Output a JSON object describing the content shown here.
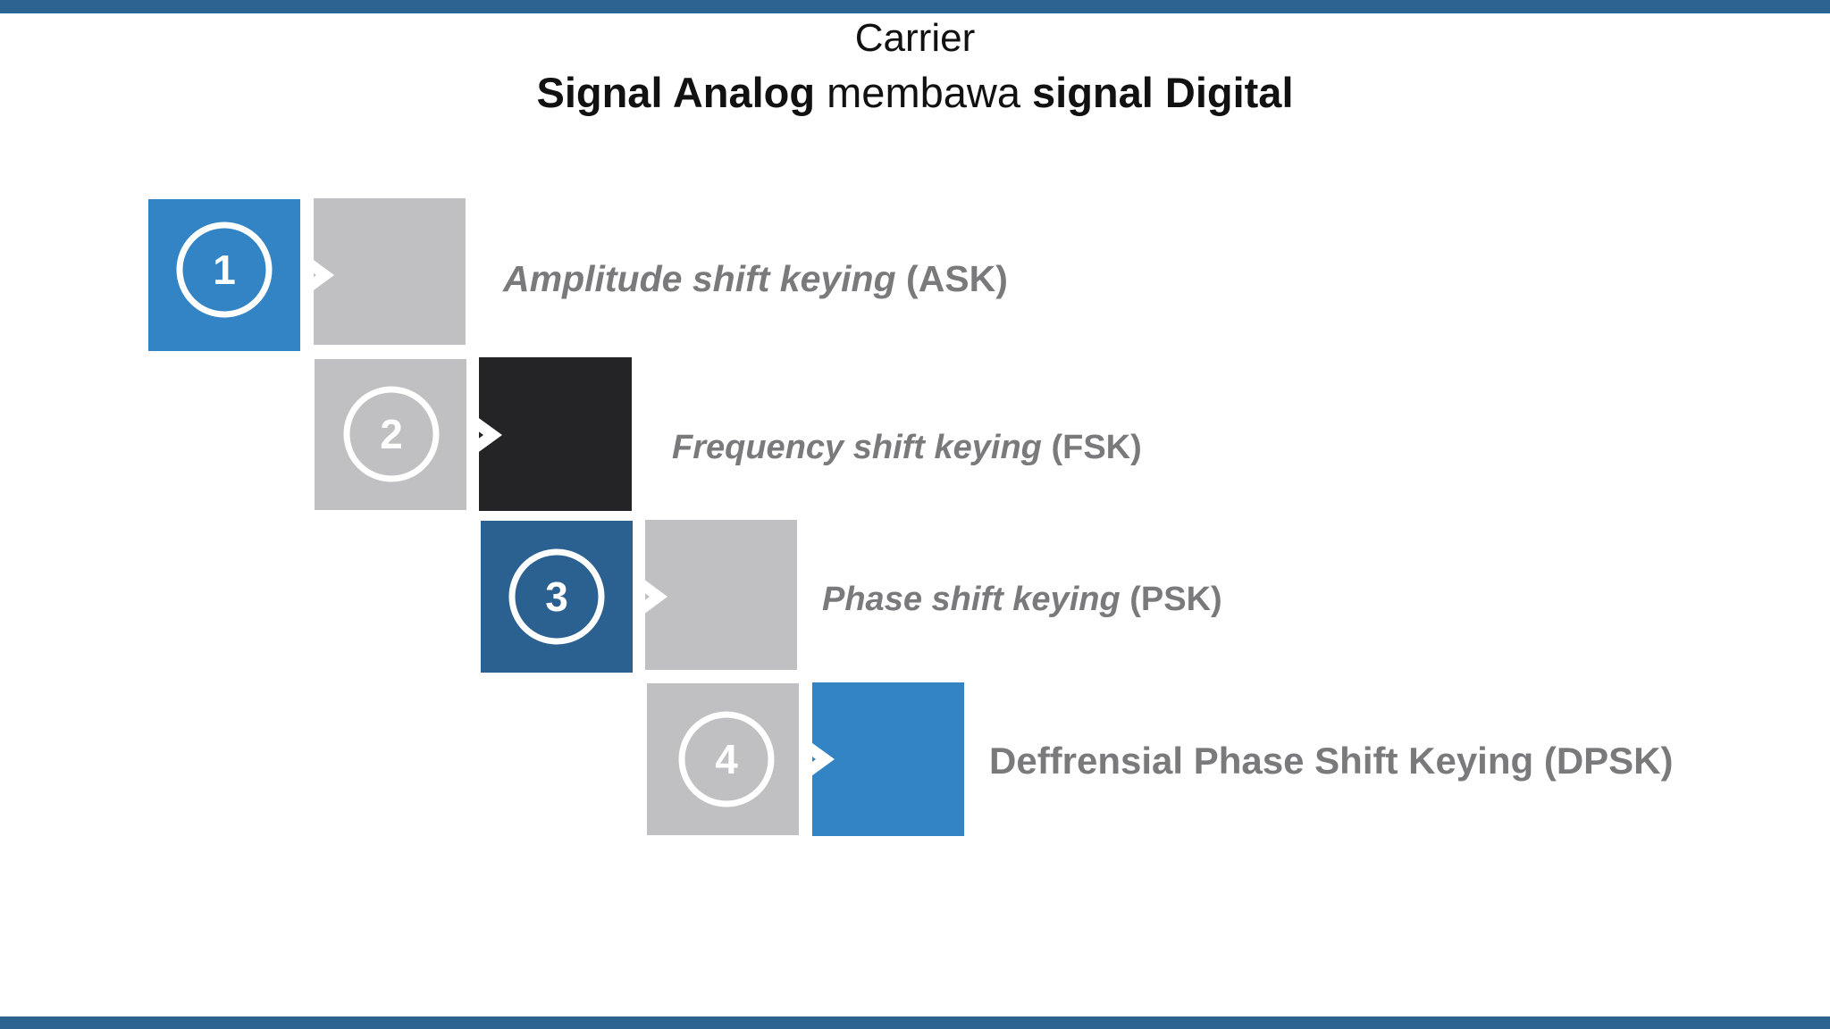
{
  "header": {
    "title": "Carrier",
    "subtitle_part1": "Signal Analog",
    "subtitle_part2": " membawa ",
    "subtitle_part3": "signal Digital"
  },
  "colors": {
    "bar": "#2b6391",
    "light_blue": "#3384c5",
    "dark_blue": "#2a6191",
    "gray": "#c0bfc1",
    "black": "#242326",
    "label_text": "#7a7a7c"
  },
  "steps": [
    {
      "number": "1",
      "name": "Amplitude shift keying",
      "abbr": " (ASK)",
      "number_color": "#3384c5",
      "arrow_color": "#c0bfc1",
      "number_icon": "circled-number-icon"
    },
    {
      "number": "2",
      "name": "Frequency shift keying",
      "abbr": " (FSK)",
      "number_color": "#c0bfc1",
      "arrow_color": "#242326",
      "number_icon": "circled-number-icon"
    },
    {
      "number": "3",
      "name": "Phase shift keying",
      "abbr": " (PSK)",
      "number_color": "#2a6191",
      "arrow_color": "#c0bfc1",
      "number_icon": "circled-number-icon"
    },
    {
      "number": "4",
      "name": "Deffrensial Phase Shift Keying (DPSK)",
      "abbr": "",
      "number_color": "#c0bfc1",
      "arrow_color": "#3384c5",
      "number_icon": "circled-number-icon"
    }
  ]
}
